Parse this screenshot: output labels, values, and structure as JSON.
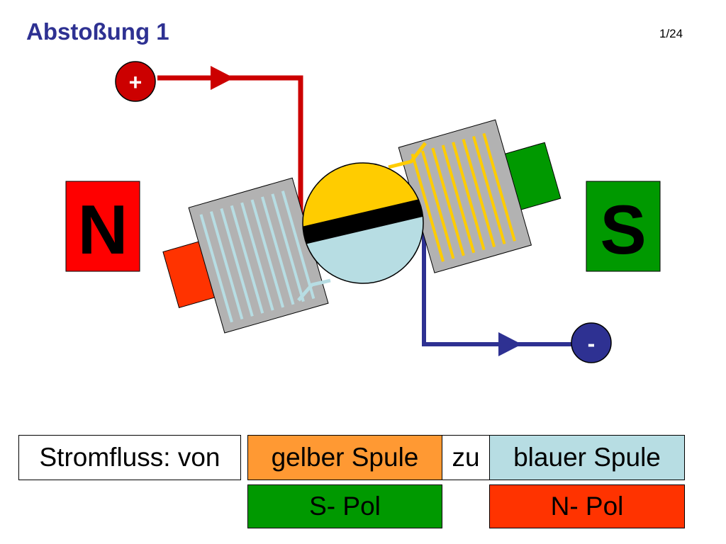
{
  "slide": {
    "title": "Abstoßung 1",
    "counter": "1/24"
  },
  "terminals": {
    "positive": "+",
    "negative": "-"
  },
  "magnets": {
    "north": {
      "label": "N",
      "color": "#ff0000"
    },
    "south": {
      "label": "S",
      "color": "#009900"
    }
  },
  "wires": {
    "positive_color": "#cc0000",
    "negative_color": "#2e3192"
  },
  "coils": {
    "yellow": "#ffcc00",
    "blue": "#b7dde3",
    "core": "#b2b2b2"
  },
  "legend": {
    "row1": {
      "prefix": "Stromfluss: von",
      "from": "gelber Spule",
      "connector": "zu",
      "to": "blauer Spule"
    },
    "row2": {
      "from_pole": "S- Pol",
      "to_pole": "N- Pol"
    },
    "colors": {
      "from": "#ff9933",
      "to": "#b7dde3",
      "from_pole": "#009900",
      "to_pole": "#ff3300"
    }
  }
}
